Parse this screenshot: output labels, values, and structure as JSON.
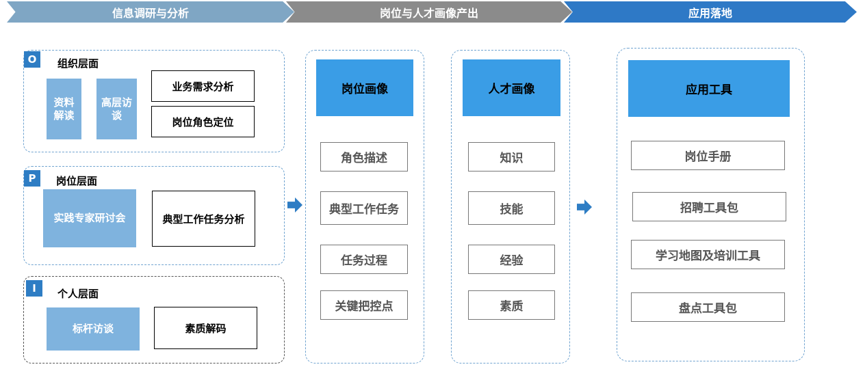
{
  "stages": [
    "信息调研与分析",
    "岗位与人才画像产出",
    "应用落地"
  ],
  "levels": [
    {
      "badge": "O",
      "title": "组织层面",
      "methods": [
        "资料\n解读",
        "高层访\n谈"
      ],
      "outputs": [
        "业务需求分析",
        "岗位角色定位"
      ]
    },
    {
      "badge": "P",
      "title": "岗位层面",
      "methods": [
        "实践专家研讨会"
      ],
      "outputs": [
        "典型工作任务分析"
      ]
    },
    {
      "badge": "I",
      "title": "个人层面",
      "methods": [
        "标杆访谈"
      ],
      "outputs": [
        "素质解码"
      ]
    }
  ],
  "job_profile": {
    "title": "岗位画像",
    "items": [
      "角色描述",
      "典型工作任务",
      "任务过程",
      "关键把控点"
    ]
  },
  "talent_profile": {
    "title": "人才画像",
    "items": [
      "知识",
      "技能",
      "经验",
      "素质"
    ]
  },
  "tools": {
    "title": "应用工具",
    "items": [
      "岗位手册",
      "招聘工具包",
      "学习地图及培训工具",
      "盘点工具包"
    ]
  },
  "colors": {
    "banner_1": "#7fa6c4",
    "banner_2": "#8b8b8b",
    "banner_3": "#2e79c6",
    "badge": "#2e7dc4",
    "method_box": "#7fb3de",
    "header_box": "#3a9de6"
  }
}
